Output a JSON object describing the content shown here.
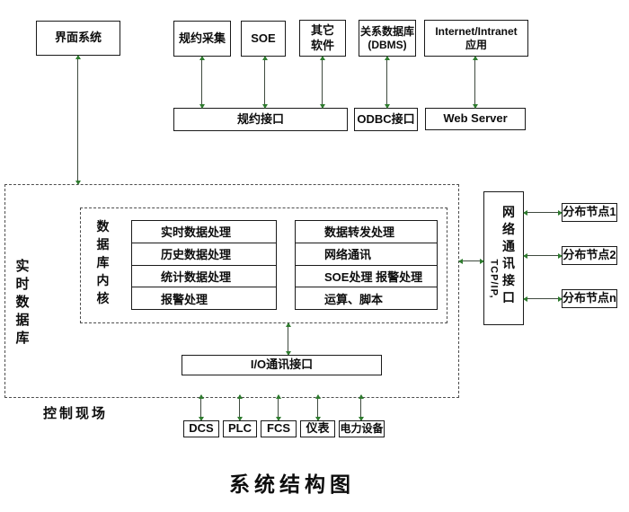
{
  "title": "系统结构图",
  "top_row": {
    "ui_system": "界面系统",
    "protocol_collect": "规约采集",
    "soe": "SOE",
    "other_line1": "其它",
    "other_line2": "软件",
    "rdbms_line1": "关系数据库",
    "rdbms_line2": "(DBMS)",
    "internet_line1": "Internet/Intranet",
    "internet_line2": "应用"
  },
  "interface_row": {
    "protocol_interface": "规约接口",
    "odbc_interface": "ODBC接口",
    "web_server": "Web Server"
  },
  "realtime_db": {
    "label": "实时数据库",
    "kernel_label": "数据库内核",
    "left_modules": [
      "实时数据处理",
      "历史数据处理",
      "统计数据处理",
      "报警处理"
    ],
    "right_modules": [
      "数据转发处理",
      "网络通讯",
      "SOE处理 报警处理",
      "运算、脚本"
    ],
    "io_interface": "I/O通讯接口",
    "field_label": "控制现场"
  },
  "network": {
    "interface_label": "网络通讯接口",
    "protocol": "TCP/IP,",
    "nodes": [
      "分布节点1",
      "分布节点2",
      "分布节点n"
    ]
  },
  "field_devices": [
    "DCS",
    "PLC",
    "FCS",
    "仪表",
    "电力设备"
  ],
  "colors": {
    "line": "#3f4a3f",
    "arrow_head": "#2e7b2e",
    "box_border": "#1a1a1a"
  }
}
